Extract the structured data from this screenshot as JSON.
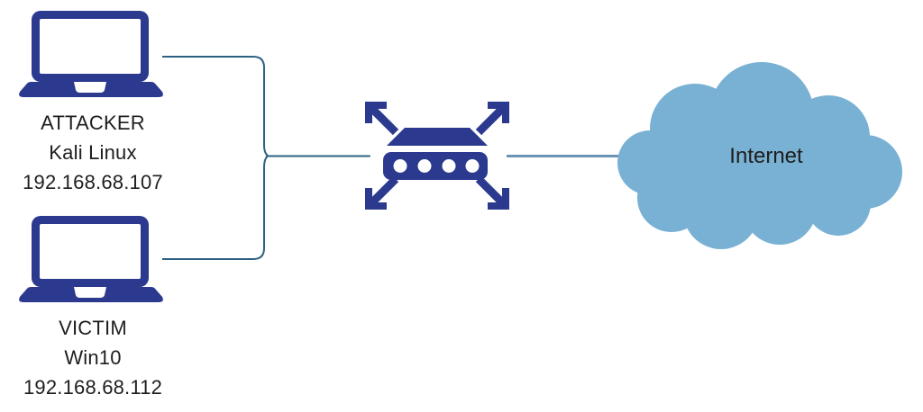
{
  "nodes": {
    "attacker": {
      "icon": "laptop-icon",
      "role": "ATTACKER",
      "os": "Kali Linux",
      "ip": "192.168.68.107"
    },
    "victim": {
      "icon": "laptop-icon",
      "role": "VICTIM",
      "os": "Win10",
      "ip": "192.168.68.112"
    },
    "lan_switch": {
      "icon": "switch-with-outward-arrows-icon"
    },
    "internet": {
      "icon": "cloud-icon",
      "label": "Internet"
    }
  },
  "colors": {
    "device": "#2b3a8e",
    "cloud": "#79b1d4",
    "line_left": "#2d6182",
    "line_right": "#6b94b4",
    "text": "#1e1e1e",
    "background": "#ffffff"
  }
}
